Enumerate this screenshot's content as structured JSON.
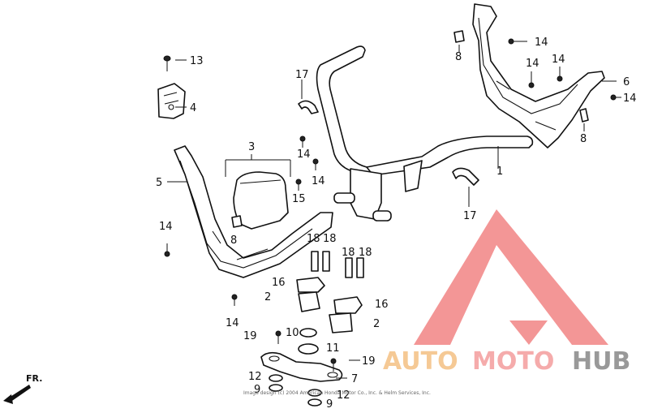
{
  "diagram": {
    "callouts": {
      "c1": "1",
      "c2a": "2",
      "c2b": "2",
      "c3": "3",
      "c4": "4",
      "c5": "5",
      "c6": "6",
      "c7": "7",
      "c8a": "8",
      "c8b": "8",
      "c8c": "8",
      "c9a": "9",
      "c9b": "9",
      "c10": "10",
      "c11": "11",
      "c12a": "12",
      "c12b": "12",
      "c13": "13",
      "c14a": "14",
      "c14b": "14",
      "c14c": "14",
      "c14d": "14",
      "c14e": "14",
      "c14f": "14",
      "c14g": "14",
      "c14h": "14",
      "c15": "15",
      "c16a": "16",
      "c16b": "16",
      "c17a": "17",
      "c17b": "17",
      "c18a": "18",
      "c18b": "18",
      "c18c": "18",
      "c18d": "18",
      "c19a": "19",
      "c19b": "19"
    },
    "direction_label": "FR.",
    "copyright": "Image design (c) 2004 American Honda Motor Co., Inc. & Helm Services, Inc."
  },
  "watermark": {
    "part1": "AUTO",
    "part2": "MOTO",
    "part3": "HUB",
    "colors": {
      "triangle": "#f28b8b",
      "auto": "#f5c48a",
      "moto": "#f4a3a3",
      "hub": "#8e8e8e"
    }
  },
  "line_color": "#111111",
  "background": "#ffffff"
}
